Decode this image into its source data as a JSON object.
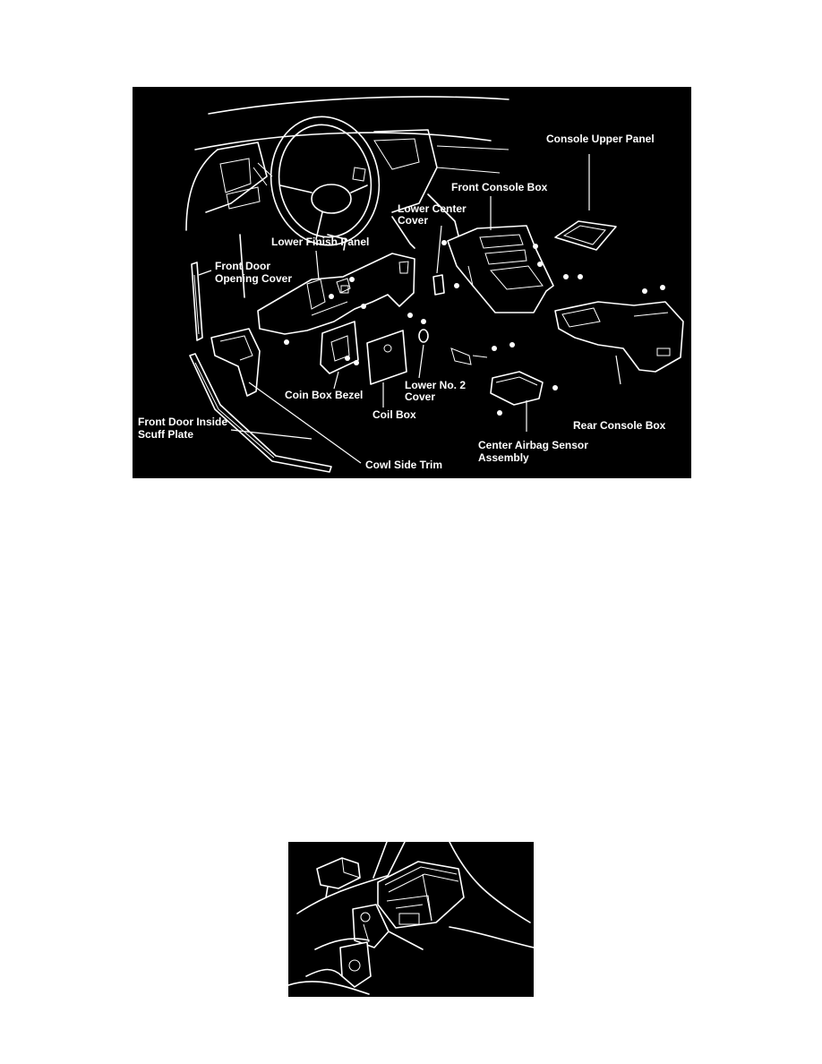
{
  "figure_top": {
    "labels": {
      "console_upper_panel": "Console Upper Panel",
      "front_console_box": "Front Console Box",
      "lower_center_cover_1": "Lower Center",
      "lower_center_cover_2": "Cover",
      "lower_finish_panel": "Lower Finish Panel",
      "front_door_opening_cover_1": "Front Door",
      "front_door_opening_cover_2": "Opening Cover",
      "coin_box_bezel": "Coin Box Bezel",
      "coil_box": "Coil Box",
      "lower_no2_cover_1": "Lower No. 2",
      "lower_no2_cover_2": "Cover",
      "rear_console_box": "Rear Console Box",
      "front_door_inside_scuff_plate_1": "Front Door Inside",
      "front_door_inside_scuff_plate_2": "Scuff Plate",
      "cowl_side_trim": "Cowl Side Trim",
      "center_airbag_sensor_assembly_1": "Center Airbag Sensor",
      "center_airbag_sensor_assembly_2": "Assembly"
    }
  },
  "figure_bottom": {},
  "colors": {
    "background": "#000000",
    "line": "#ffffff",
    "page": "#ffffff"
  }
}
